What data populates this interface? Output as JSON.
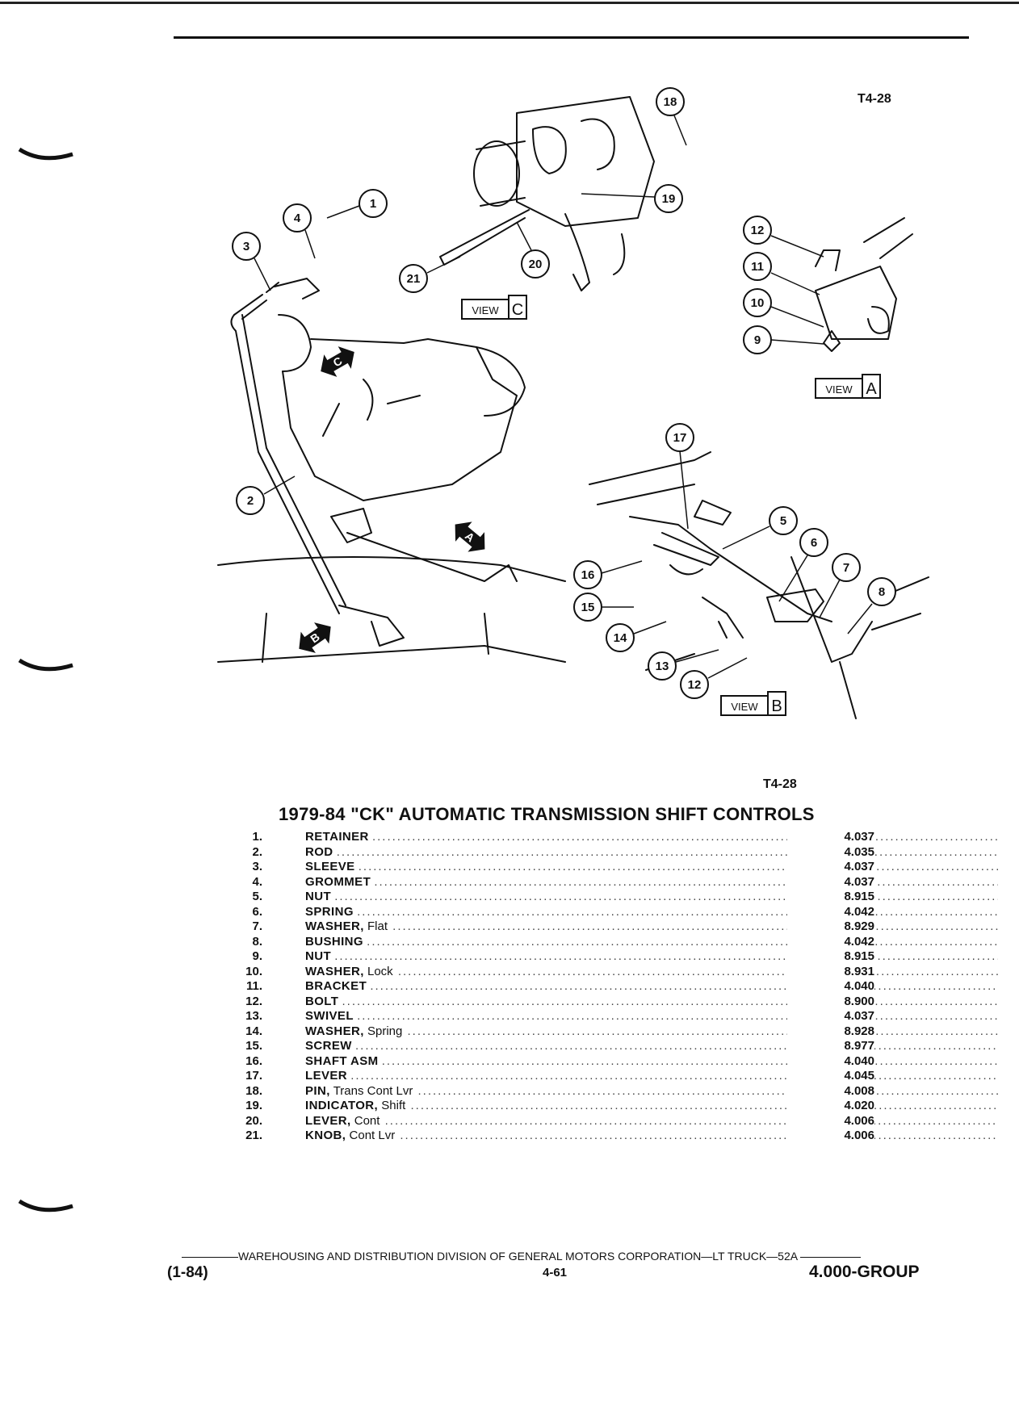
{
  "header": {
    "figure_ref": "T4-28"
  },
  "diagram": {
    "callouts": [
      "1",
      "2",
      "3",
      "4",
      "5",
      "6",
      "7",
      "8",
      "9",
      "10",
      "11",
      "12",
      "13",
      "14",
      "15",
      "16",
      "17",
      "18",
      "19",
      "20",
      "21",
      "12"
    ],
    "views": [
      {
        "word": "VIEW",
        "letter": "C"
      },
      {
        "word": "VIEW",
        "letter": "A"
      },
      {
        "word": "VIEW",
        "letter": "B"
      }
    ],
    "direction_arrows": [
      "C",
      "A",
      "B"
    ]
  },
  "figure_ref_below": "T4-28",
  "title": "1979-84 \"CK\" AUTOMATIC TRANSMISSION SHIFT CONTROLS",
  "parts": [
    {
      "num": "1.",
      "name": "RETAINER",
      "desc": "",
      "code": "4.037"
    },
    {
      "num": "2.",
      "name": "ROD",
      "desc": "",
      "code": "4.035"
    },
    {
      "num": "3.",
      "name": "SLEEVE",
      "desc": "",
      "code": "4.037"
    },
    {
      "num": "4.",
      "name": "GROMMET",
      "desc": "",
      "code": "4.037"
    },
    {
      "num": "5.",
      "name": "NUT",
      "desc": "",
      "code": "8.915"
    },
    {
      "num": "6.",
      "name": "SPRING",
      "desc": "",
      "code": "4.042"
    },
    {
      "num": "7.",
      "name": "WASHER,",
      "desc": "Flat",
      "code": "8.929"
    },
    {
      "num": "8.",
      "name": "BUSHING",
      "desc": "",
      "code": "4.042"
    },
    {
      "num": "9.",
      "name": "NUT",
      "desc": "",
      "code": "8.915"
    },
    {
      "num": "10.",
      "name": "WASHER,",
      "desc": "Lock",
      "code": "8.931"
    },
    {
      "num": "11.",
      "name": "BRACKET",
      "desc": "",
      "code": "4.040"
    },
    {
      "num": "12.",
      "name": "BOLT",
      "desc": "",
      "code": "8.900"
    },
    {
      "num": "13.",
      "name": "SWIVEL",
      "desc": "",
      "code": "4.037"
    },
    {
      "num": "14.",
      "name": "WASHER,",
      "desc": "Spring",
      "code": "8.928"
    },
    {
      "num": "15.",
      "name": "SCREW",
      "desc": "",
      "code": "8.977"
    },
    {
      "num": "16.",
      "name": "SHAFT ASM",
      "desc": "",
      "code": "4.040"
    },
    {
      "num": "17.",
      "name": "LEVER",
      "desc": "",
      "code": "4.045"
    },
    {
      "num": "18.",
      "name": "PIN,",
      "desc": "Trans Cont Lvr",
      "code": "4.008"
    },
    {
      "num": "19.",
      "name": "INDICATOR,",
      "desc": "Shift",
      "code": "4.020"
    },
    {
      "num": "20.",
      "name": "LEVER,",
      "desc": "Cont",
      "code": "4.006"
    },
    {
      "num": "21.",
      "name": "KNOB,",
      "desc": "Cont Lvr",
      "code": "4.006"
    }
  ],
  "footer": {
    "line": "WAREHOUSING AND DISTRIBUTION  DIVISION OF GENERAL MOTORS CORPORATION—LT TRUCK—52A",
    "date": "(1-84)",
    "page": "4-61",
    "group": "4.000-GROUP"
  }
}
